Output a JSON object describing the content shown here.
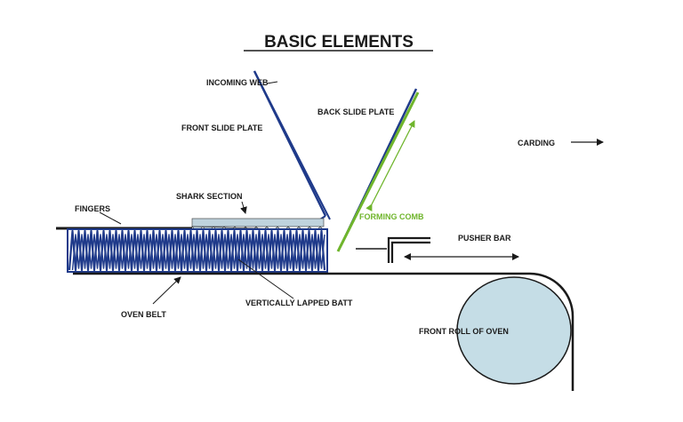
{
  "title": "BASIC ELEMENTS",
  "labels": {
    "incoming_web": "INCOMING WEB",
    "front_slide_plate": "FRONT SLIDE PLATE",
    "back_slide_plate": "BACK SLIDE PLATE",
    "carding": "CARDING",
    "shark_section": "SHARK SECTION",
    "fingers": "FINGERS",
    "forming_comb": "FORMING COMB",
    "pusher_bar": "PUSHER BAR",
    "vertically_lapped_batt": "VERTICALLY LAPPED BATT",
    "oven_belt": "OVEN BELT",
    "front_roll_of_oven": "FRONT ROLL OF OVEN"
  },
  "colors": {
    "web_blue": "#1f3a8a",
    "comb_green": "#6fb52c",
    "shark_fill": "#bfd3dd",
    "roll_fill": "#c5dde6",
    "line": "#1a1a1a"
  }
}
